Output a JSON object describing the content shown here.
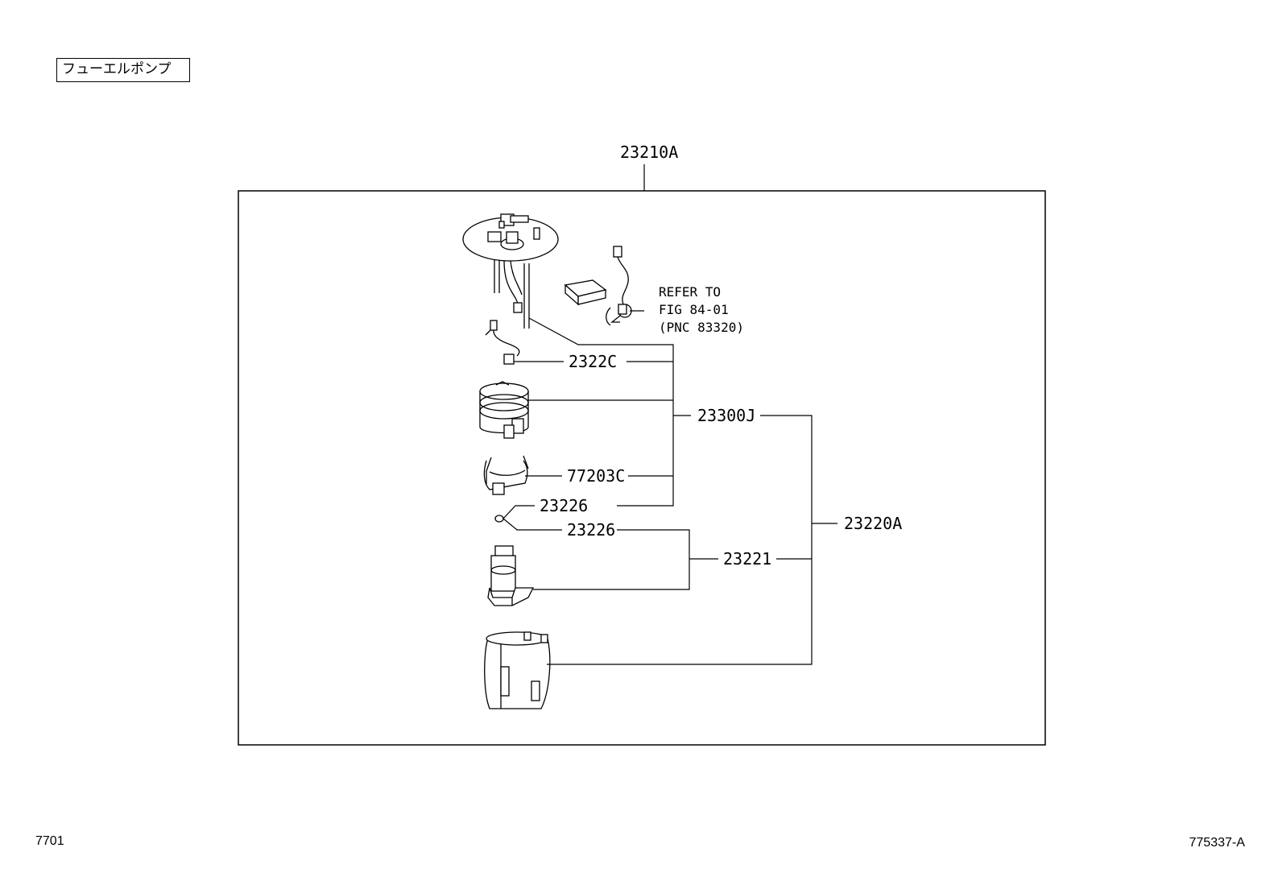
{
  "title": "フューエルポンプ",
  "footer_left": "7701",
  "footer_right": "775337-A",
  "callouts": {
    "assembly": "23210A",
    "c1": "2322C",
    "c2": "23300J",
    "c3": "77203C",
    "c4": "23226",
    "c5": "23226",
    "c6": "23221",
    "c7": "23220A"
  },
  "reference": {
    "line1": "REFER TO",
    "line2": "FIG 84-01",
    "line3": "(PNC 83320)"
  }
}
